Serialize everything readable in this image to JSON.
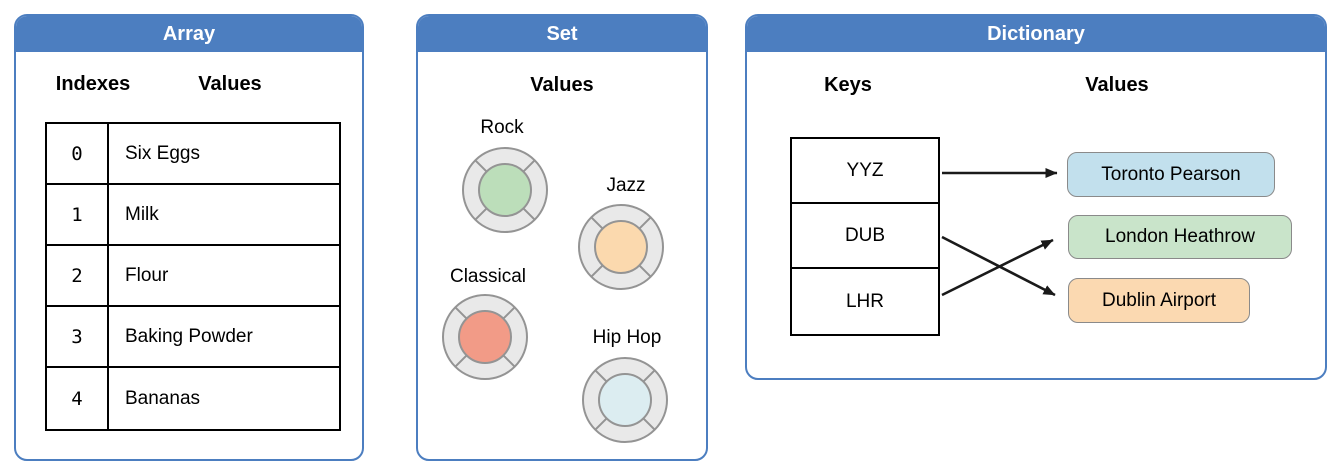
{
  "colors": {
    "header_bg": "#4C7EC0",
    "panel_border": "#4C7EC0",
    "ring_fill": "#E9E9E9",
    "ring_stroke": "#949494",
    "arrow": "#1A1A1A"
  },
  "array": {
    "title": "Array",
    "columns": {
      "indexes": "Indexes",
      "values": "Values"
    },
    "rows": [
      {
        "index": "0",
        "value": "Six Eggs"
      },
      {
        "index": "1",
        "value": "Milk"
      },
      {
        "index": "2",
        "value": "Flour"
      },
      {
        "index": "3",
        "value": "Baking Powder"
      },
      {
        "index": "4",
        "value": "Bananas"
      }
    ]
  },
  "set": {
    "title": "Set",
    "column": "Values",
    "items": [
      {
        "label": "Rock",
        "color": "#BCDEBA"
      },
      {
        "label": "Jazz",
        "color": "#FBD9AE"
      },
      {
        "label": "Classical",
        "color": "#F29B87"
      },
      {
        "label": "Hip Hop",
        "color": "#DCEDF1"
      }
    ]
  },
  "dictionary": {
    "title": "Dictionary",
    "columns": {
      "keys": "Keys",
      "values": "Values"
    },
    "keys": [
      "YYZ",
      "DUB",
      "LHR"
    ],
    "values": [
      {
        "label": "Toronto Pearson",
        "color": "#C2E0ED"
      },
      {
        "label": "London Heathrow",
        "color": "#C9E4CA"
      },
      {
        "label": "Dublin Airport",
        "color": "#FBD9B1"
      }
    ],
    "mappings": [
      {
        "key": "YYZ",
        "value": "Toronto Pearson"
      },
      {
        "key": "DUB",
        "value": "Dublin Airport"
      },
      {
        "key": "LHR",
        "value": "London Heathrow"
      }
    ]
  }
}
